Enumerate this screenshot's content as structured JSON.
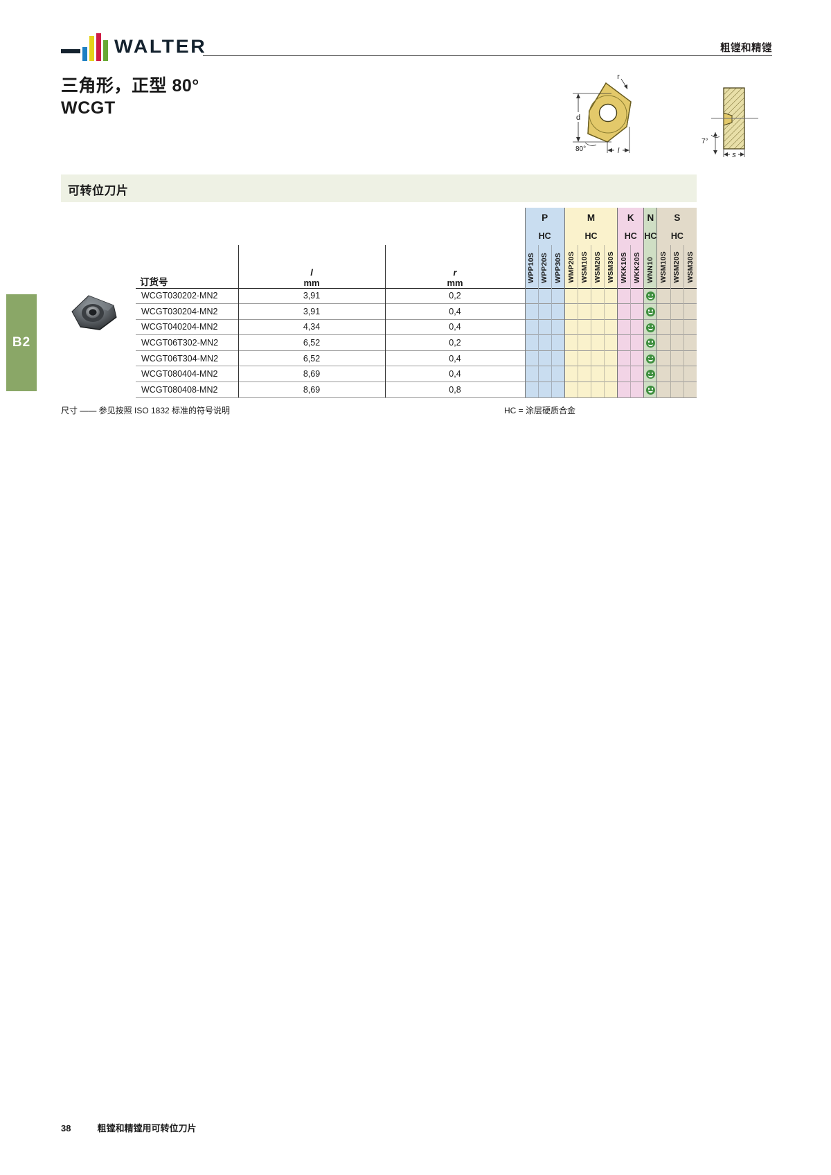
{
  "header": {
    "logo_word": "WALTER",
    "right_text": "粗镗和精镗"
  },
  "title": {
    "line1": "三角形，正型 80°",
    "line2": "WCGT"
  },
  "drawing": {
    "label_r": "r",
    "label_d": "d",
    "label_l": "l",
    "label_s": "s",
    "label_angle_80": "80°",
    "label_angle_7": "7°"
  },
  "side_tab": {
    "label": "B2"
  },
  "section": {
    "title": "可转位刀片"
  },
  "table": {
    "headers": {
      "order": "订货号",
      "l_symbol": "l",
      "l_unit": "mm",
      "r_symbol": "r",
      "r_unit": "mm"
    },
    "groups": [
      {
        "code": "P",
        "sub": "HC",
        "color": "#c9ddf0",
        "span": 3
      },
      {
        "code": "M",
        "sub": "HC",
        "color": "#faf2cc",
        "span": 4
      },
      {
        "code": "K",
        "sub": "HC",
        "color": "#f2d4e6",
        "span": 2
      },
      {
        "code": "N",
        "sub": "HC",
        "color": "#cfdec4",
        "span": 1
      },
      {
        "code": "S",
        "sub": "HC",
        "color": "#e2dac9",
        "span": 3
      }
    ],
    "grades": [
      "WPP10S",
      "WPP20S",
      "WPP30S",
      "WMP20S",
      "WSM10S",
      "WSM20S",
      "WSM30S",
      "WKK10S",
      "WKK20S",
      "WNN10",
      "WSM10S",
      "WSM20S",
      "WSM30S"
    ],
    "rows": [
      {
        "order": "WCGT030202-MN2",
        "l": "3,91",
        "r": "0,2",
        "marks": [
          0,
          0,
          0,
          0,
          0,
          0,
          0,
          0,
          0,
          1,
          0,
          0,
          0
        ]
      },
      {
        "order": "WCGT030204-MN2",
        "l": "3,91",
        "r": "0,4",
        "marks": [
          0,
          0,
          0,
          0,
          0,
          0,
          0,
          0,
          0,
          1,
          0,
          0,
          0
        ]
      },
      {
        "order": "WCGT040204-MN2",
        "l": "4,34",
        "r": "0,4",
        "marks": [
          0,
          0,
          0,
          0,
          0,
          0,
          0,
          0,
          0,
          1,
          0,
          0,
          0
        ]
      },
      {
        "order": "WCGT06T302-MN2",
        "l": "6,52",
        "r": "0,2",
        "marks": [
          0,
          0,
          0,
          0,
          0,
          0,
          0,
          0,
          0,
          1,
          0,
          0,
          0
        ]
      },
      {
        "order": "WCGT06T304-MN2",
        "l": "6,52",
        "r": "0,4",
        "marks": [
          0,
          0,
          0,
          0,
          0,
          0,
          0,
          0,
          0,
          1,
          0,
          0,
          0
        ]
      },
      {
        "order": "WCGT080404-MN2",
        "l": "8,69",
        "r": "0,4",
        "marks": [
          0,
          0,
          0,
          0,
          0,
          0,
          0,
          0,
          0,
          1,
          0,
          0,
          0
        ]
      },
      {
        "order": "WCGT080408-MN2",
        "l": "8,69",
        "r": "0,8",
        "marks": [
          0,
          0,
          0,
          0,
          0,
          0,
          0,
          0,
          0,
          1,
          0,
          0,
          0
        ]
      }
    ]
  },
  "footnotes": {
    "left": "尺寸 —— 参见按照 ISO 1832 标准的符号说明",
    "right": "HC = 涂层硬质合金"
  },
  "page_footer": {
    "number": "38",
    "text": "粗镗和精镗用可转位刀片"
  }
}
